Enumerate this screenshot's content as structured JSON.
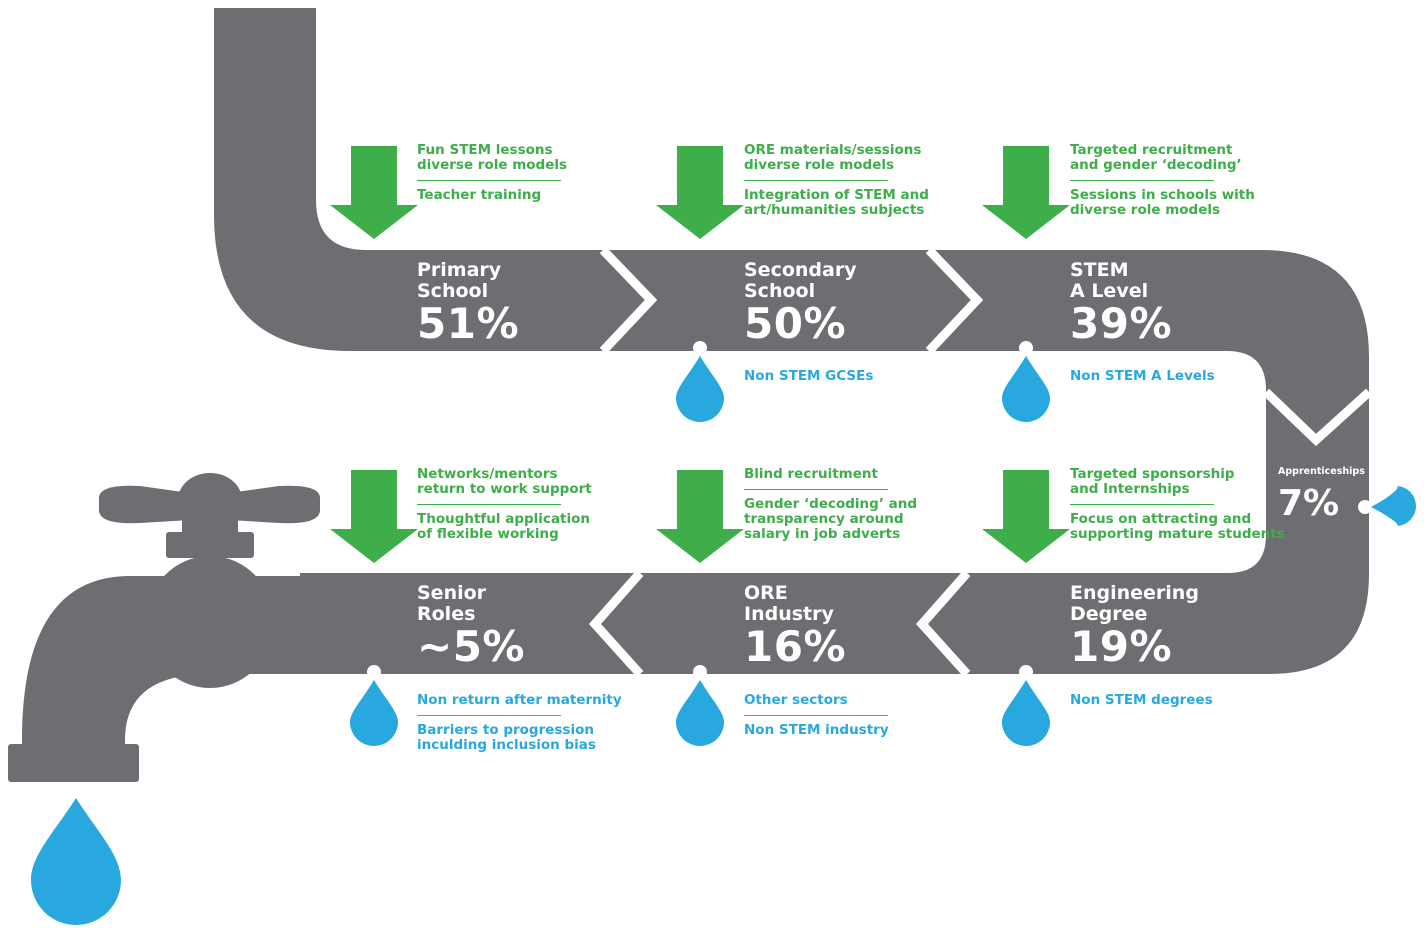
{
  "colors": {
    "pipe": "#6d6e71",
    "intervention": "#3dae49",
    "leak": "#29a8e0",
    "text_on_pipe": "#ffffff"
  },
  "stages": [
    {
      "name_line1": "Primary",
      "name_line2": "School",
      "value": "51%"
    },
    {
      "name_line1": "Secondary",
      "name_line2": "School",
      "value": "50%"
    },
    {
      "name_line1": "STEM",
      "name_line2": "A Level",
      "value": "39%"
    },
    {
      "name_line1": "Engineering",
      "name_line2": "Degree",
      "value": "19%"
    },
    {
      "name_line1": "ORE",
      "name_line2": "Industry",
      "value": "16%"
    },
    {
      "name_line1": "Senior",
      "name_line2": "Roles",
      "value": "~5%"
    }
  ],
  "apprenticeships": {
    "label": "Apprenticeships",
    "value": "7%"
  },
  "interventions": [
    {
      "a1": "Fun STEM lessons",
      "a2": "diverse role models",
      "b1": "Teacher training",
      "b2": ""
    },
    {
      "a1": "ORE materials/sessions",
      "a2": "diverse role models",
      "b1": "Integration of STEM and",
      "b2": "art/humanities subjects"
    },
    {
      "a1": "Targeted recruitment",
      "a2": "and gender ‘decoding’",
      "b1": "Sessions in schools with",
      "b2": "diverse role models"
    },
    {
      "a1": "Networks/mentors",
      "a2": "return to work support",
      "b1": "Thoughtful application",
      "b2": "of flexible working"
    },
    {
      "a1": "Blind recruitment",
      "a2": "",
      "b1": "Gender ‘decoding’ and",
      "b2": "transparency around",
      "b3": "salary in job adverts"
    },
    {
      "a1": "Targeted sponsorship",
      "a2": "and Internships",
      "b1": "Focus on attracting and",
      "b2": "supporting mature students"
    }
  ],
  "leaks": {
    "secondary": {
      "l1": "Non STEM GCSEs"
    },
    "alevel": {
      "l1": "Non STEM A Levels"
    },
    "senior": {
      "l1": "Non return after maternity",
      "l2": "Barriers to progression",
      "l3": "inculding inclusion bias"
    },
    "industry": {
      "l1": "Other sectors",
      "l2": "Non STEM industry"
    },
    "degree": {
      "l1": "Non STEM degrees"
    }
  }
}
